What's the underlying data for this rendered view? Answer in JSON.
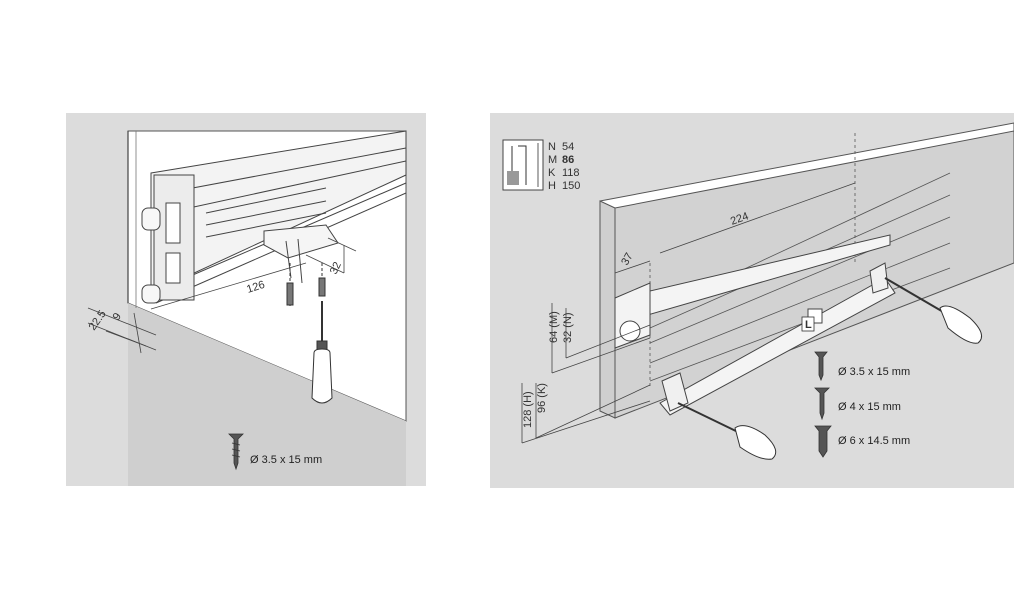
{
  "left_panel": {
    "dimensions": {
      "d126": "126",
      "d32": "32",
      "d9": "9",
      "d22_5": "22.5"
    },
    "screw_spec": "Ø 3.5 x 15 mm"
  },
  "right_panel": {
    "size_table": [
      {
        "code": "N",
        "value": "54",
        "bold": false
      },
      {
        "code": "M",
        "value": "86",
        "bold": true
      },
      {
        "code": "K",
        "value": "118",
        "bold": false
      },
      {
        "code": "H",
        "value": "150",
        "bold": false
      }
    ],
    "dimensions": {
      "d224": "224",
      "d37": "37",
      "d64m": "64 (M)",
      "d32n": "32 (N)",
      "d96k": "96 (K)",
      "d128h": "128 (H)"
    },
    "slide_marker": "L",
    "screw_specs": [
      "Ø  3.5 x 15 mm",
      "Ø 4 x 15 mm",
      "Ø 6 x 14.5 mm"
    ]
  }
}
